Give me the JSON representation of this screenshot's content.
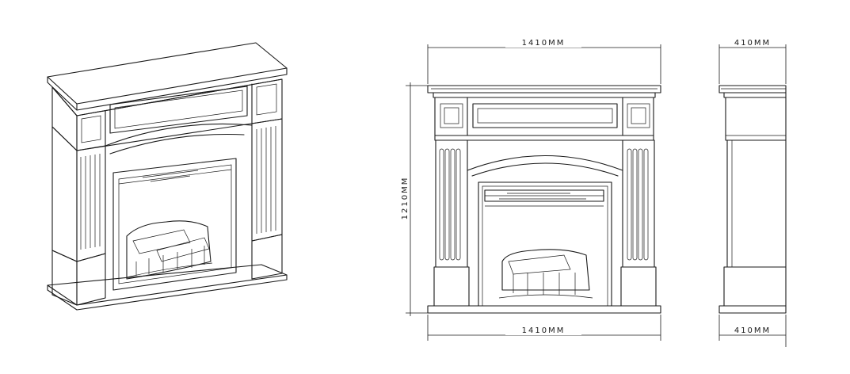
{
  "views": {
    "front": {
      "top_width_label": "1410MM",
      "bottom_width_label": "1410MM",
      "height_label": "1210MM"
    },
    "side": {
      "top_depth_label": "410MM",
      "bottom_depth_label": "410MM"
    }
  },
  "colors": {
    "line": "#1a1a1a",
    "background": "#ffffff"
  }
}
